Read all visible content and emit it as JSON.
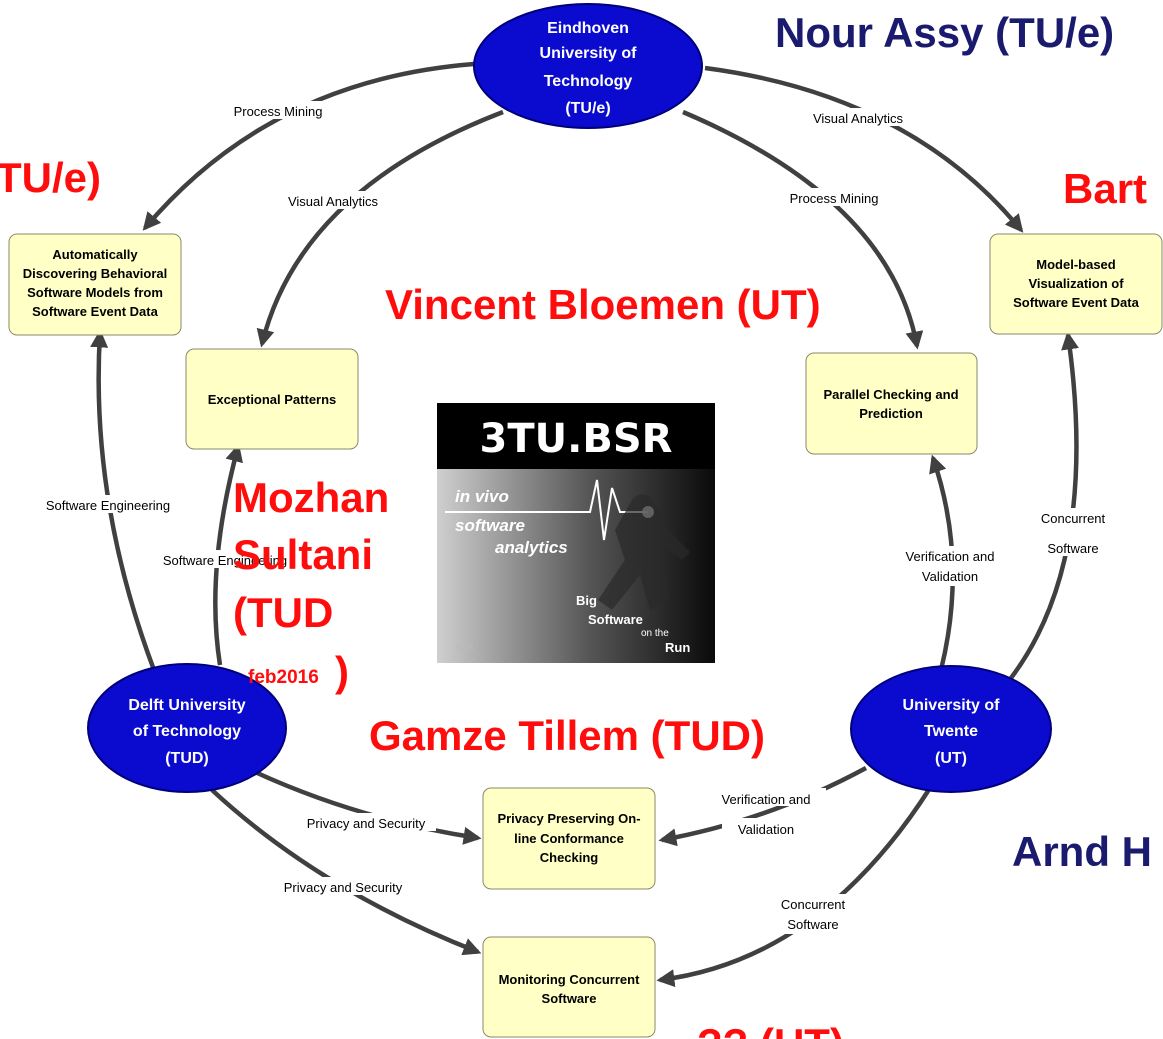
{
  "universities": {
    "tue": {
      "lines": [
        "Eindhoven",
        "University of",
        "Technology",
        "(TU/e)"
      ]
    },
    "tud": {
      "lines": [
        "Delft University",
        "of Technology",
        "(TUD)"
      ]
    },
    "ut": {
      "lines": [
        "University of",
        "Twente",
        "(UT)"
      ]
    }
  },
  "projects": {
    "auto_discovering": {
      "lines": [
        "Automatically",
        "Discovering Behavioral",
        "Software Models from",
        "Software Event Data"
      ]
    },
    "exceptional_patterns": {
      "lines": [
        "Exceptional Patterns"
      ]
    },
    "model_based": {
      "lines": [
        "Model-based",
        "Visualization of",
        "Software Event Data"
      ]
    },
    "parallel_checking": {
      "lines": [
        "Parallel Checking and",
        "Prediction"
      ]
    },
    "privacy_preserving": {
      "lines": [
        "Privacy Preserving On-",
        "line Conformance",
        "Checking"
      ]
    },
    "monitoring": {
      "lines": [
        "Monitoring Concurrent",
        "Software"
      ]
    }
  },
  "edge_labels": {
    "process_mining_left": "Process Mining",
    "visual_analytics_inner": "Visual Analytics",
    "visual_analytics_right": "Visual Analytics",
    "process_mining_inner": "Process Mining",
    "software_engineering_outer": "Software Engineering",
    "software_engineering_inner": "Software Engineering",
    "verification_inner": [
      "Verification and",
      "Validation"
    ],
    "concurrent_right": [
      "Concurrent",
      "Software"
    ],
    "privacy_security_upper": "Privacy and Security",
    "privacy_security_lower": "Privacy and Security",
    "verification_bottom": [
      "Verification and",
      "Validation"
    ],
    "concurrent_bottom": [
      "Concurrent",
      "Software"
    ]
  },
  "people": {
    "nour_assy": "Nour Assy (TU/e)",
    "tue_left": "TU/e)",
    "bart": "Bart",
    "vincent": "Vincent Bloemen (UT)",
    "mozhan": [
      "Mozhan",
      "Sultani",
      "(TUD"
    ],
    "mozhan_date": "feb2016",
    "mozhan_close": ")",
    "gamze": "Gamze Tillem (TUD)",
    "arnd": "Arnd H",
    "unknown_ut": "?? (UT)"
  },
  "logo": {
    "title": "3TU.BSR",
    "tagline": [
      "in vivo",
      "software",
      "analytics"
    ],
    "big": "Big",
    "software": "Software",
    "on_the": "on the",
    "run": "Run",
    "mark": "BSR"
  },
  "colors": {
    "university_fill": "#0b0bcf",
    "project_fill": "#ffffc6",
    "arrow": "#404040",
    "person_red": "#ff0d0d",
    "person_blue": "#1a1a6e"
  }
}
